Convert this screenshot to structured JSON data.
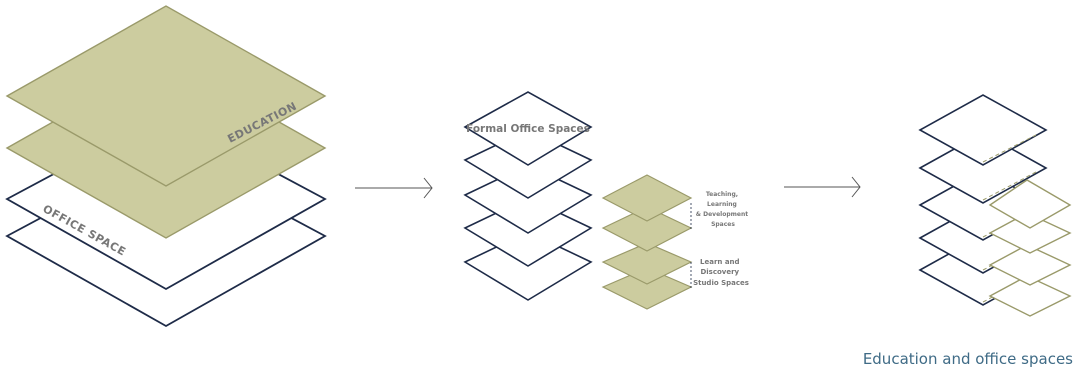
{
  "colors": {
    "navy": "#1e2b48",
    "olive_fill": "#cccc9f",
    "olive_stroke": "#9a9a6a",
    "arrow": "#555555",
    "caption": "#3f6b86",
    "label_grey": "#777777"
  },
  "stage1": {
    "education_label": "EDUCATION",
    "office_label": "OFFICE SPACE"
  },
  "stage2": {
    "formal_label": "Formal Office Spaces",
    "teaching_label": [
      "Teaching,",
      "Learning",
      "& Development",
      "Spaces"
    ],
    "learn_label": [
      "Learn and",
      "Discovery",
      "Studio Spaces"
    ]
  },
  "caption": "Education and office spaces",
  "icons": [
    "arrow-right-icon",
    "arrow-right-icon"
  ]
}
